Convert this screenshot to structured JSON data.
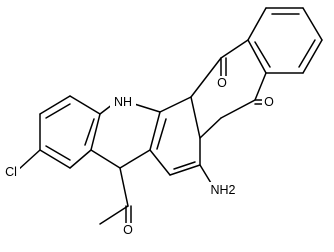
{
  "molecule": {
    "atoms": [
      {
        "id": "o-top",
        "label": "O"
      },
      {
        "id": "o-right",
        "label": "O"
      },
      {
        "id": "o-bottom",
        "label": "O"
      },
      {
        "id": "nh",
        "label": "NH"
      },
      {
        "id": "cl",
        "label": "Cl"
      },
      {
        "id": "nh2",
        "label": "NH2"
      }
    ]
  },
  "colors": {
    "bond": "#000000",
    "label": "#000000",
    "background": "#ffffff"
  }
}
